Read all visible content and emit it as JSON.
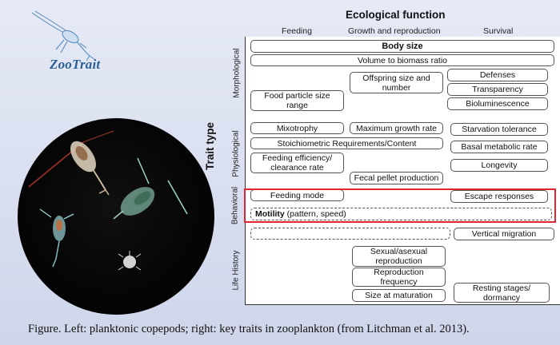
{
  "logo": {
    "text": "ZooTrait"
  },
  "chart": {
    "title": "Ecological function",
    "columns": [
      "Feeding",
      "Growth and reproduction",
      "Survival"
    ],
    "axis_label": "Trait type",
    "rows": [
      "Morphological",
      "Physiological",
      "Behavioral",
      "Life History"
    ],
    "boxes": {
      "body_size": "Body size",
      "volume_biomass": "Volume to biomass ratio",
      "offspring": "Offspring size and number",
      "defenses": "Defenses",
      "transparency": "Transparency",
      "bioluminescence": "Bioluminescence",
      "food_particle": "Food particle size range",
      "mixotrophy": "Mixotrophy",
      "max_growth": "Maximum growth rate",
      "starvation": "Starvation tolerance",
      "stoichiometric": "Stoichiometric Requirements/Content",
      "basal_metabolic": "Basal metabolic rate",
      "feeding_efficiency": "Feeding efficiency/ clearance rate",
      "longevity": "Longevity",
      "fecal_pellet": "Fecal pellet production",
      "feeding_mode": "Feeding mode",
      "escape": "Escape responses",
      "motility_bold": "Motility",
      "motility_rest": " (pattern, speed)",
      "vertical_migration": "Vertical migration",
      "sexual": "Sexual/asexual reproduction",
      "reproduction_freq": "Reproduction frequency",
      "size_maturation": "Size at maturation",
      "resting": "Resting stages/ dormancy"
    }
  },
  "caption": "Figure. Left: planktonic copepods; right: key traits in zooplankton (from Litchman et al. 2013).",
  "colors": {
    "highlight": "#e0262f",
    "logo": "#2b5f93",
    "background": "#dde2f2"
  }
}
